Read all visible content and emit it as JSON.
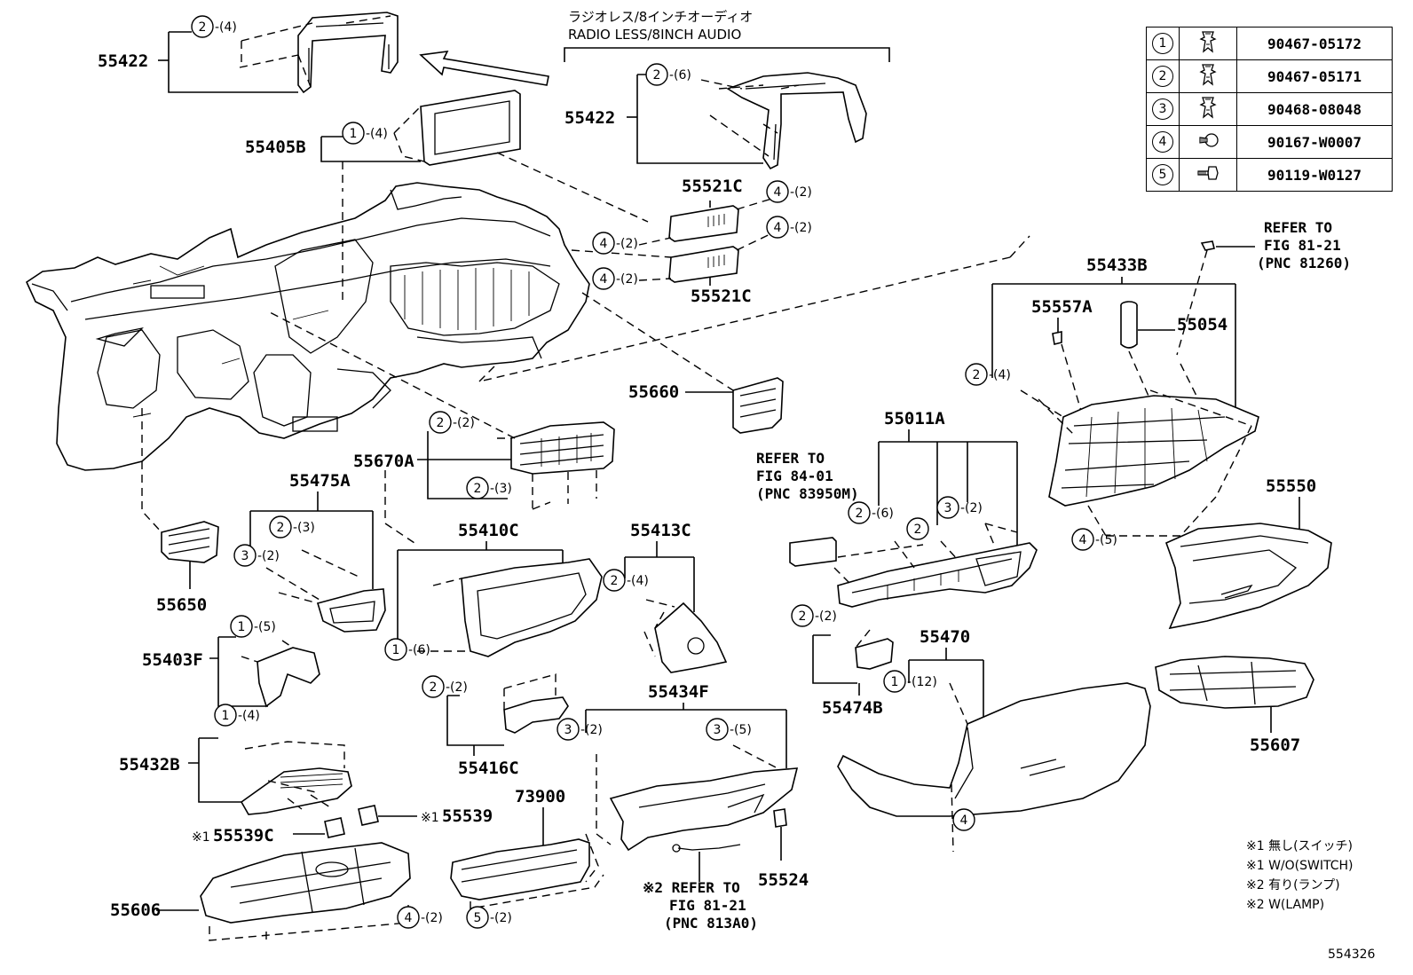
{
  "header": {
    "variant_jp": "ラジオレス/8インチオーディオ",
    "variant_en": "RADIO LESS/8INCH AUDIO"
  },
  "fasteners": [
    {
      "key": "1",
      "part": "90467-05172",
      "icon": "clip-icon"
    },
    {
      "key": "2",
      "part": "90467-05171",
      "icon": "clip-icon"
    },
    {
      "key": "3",
      "part": "90468-08048",
      "icon": "clip-icon"
    },
    {
      "key": "4",
      "part": "90167-W0007",
      "icon": "screw-icon"
    },
    {
      "key": "5",
      "part": "90119-W0127",
      "icon": "bolt-icon"
    }
  ],
  "parts": {
    "p55422a": "55422",
    "p55422b": "55422",
    "p55405B": "55405B",
    "p55521Ca": "55521C",
    "p55521Cb": "55521C",
    "p55433B": "55433B",
    "p55557A": "55557A",
    "p55054": "55054",
    "p55660": "55660",
    "p55670A": "55670A",
    "p55011A": "55011A",
    "p55475A": "55475A",
    "p55650": "55650",
    "p55410C": "55410C",
    "p55413C": "55413C",
    "p55550": "55550",
    "p55403F": "55403F",
    "p55470": "55470",
    "p55474B": "55474B",
    "p55434F": "55434F",
    "p55607": "55607",
    "p55416C": "55416C",
    "p55432B": "55432B",
    "p73900": "73900",
    "p55539": "55539",
    "p55539C": "55539C",
    "p55524": "55524",
    "p55606": "55606"
  },
  "callouts": [
    {
      "n": "2",
      "q": "-(4)"
    },
    {
      "n": "1",
      "q": "-(4)"
    },
    {
      "n": "2",
      "q": "-(6)"
    },
    {
      "n": "4",
      "q": "-(2)"
    },
    {
      "n": "4",
      "q": "-(2)"
    },
    {
      "n": "4",
      "q": "-(2)"
    },
    {
      "n": "4",
      "q": "-(2)"
    },
    {
      "n": "2",
      "q": "-(4)"
    },
    {
      "n": "4",
      "q": "-(5)"
    },
    {
      "n": "2",
      "q": "-(2)"
    },
    {
      "n": "2",
      "q": "-(3)"
    },
    {
      "n": "2",
      "q": "-(3)"
    },
    {
      "n": "3",
      "q": "-(2)"
    },
    {
      "n": "2",
      "q": "-(6)"
    },
    {
      "n": "2",
      "q": ""
    },
    {
      "n": "3",
      "q": "-(2)"
    },
    {
      "n": "1",
      "q": "-(6)"
    },
    {
      "n": "2",
      "q": "-(4)"
    },
    {
      "n": "1",
      "q": "-(5)"
    },
    {
      "n": "2",
      "q": "-(2)"
    },
    {
      "n": "1",
      "q": "-(12)"
    },
    {
      "n": "2",
      "q": "-(2)"
    },
    {
      "n": "3",
      "q": "-(2)"
    },
    {
      "n": "3",
      "q": "-(5)"
    },
    {
      "n": "1",
      "q": "-(4)"
    },
    {
      "n": "4",
      "q": ""
    },
    {
      "n": "4",
      "q": "-(2)"
    },
    {
      "n": "5",
      "q": "-(2)"
    }
  ],
  "refs": {
    "r1": [
      "REFER TO",
      "FIG 81-21",
      "(PNC 81260)"
    ],
    "r2": [
      "REFER TO",
      "FIG 84-01",
      "(PNC 83950M)"
    ],
    "r3": [
      "※2 REFER TO",
      "FIG 81-21",
      "(PNC 813A0)"
    ]
  },
  "marks": {
    "m55539": "※1",
    "m55539C": "※1"
  },
  "notes": [
    "※1 無し(スイッチ)",
    "※1 W/O(SWITCH)",
    "※2 有り(ランプ)",
    "※2 W(LAMP)"
  ],
  "figure_id": "554326"
}
